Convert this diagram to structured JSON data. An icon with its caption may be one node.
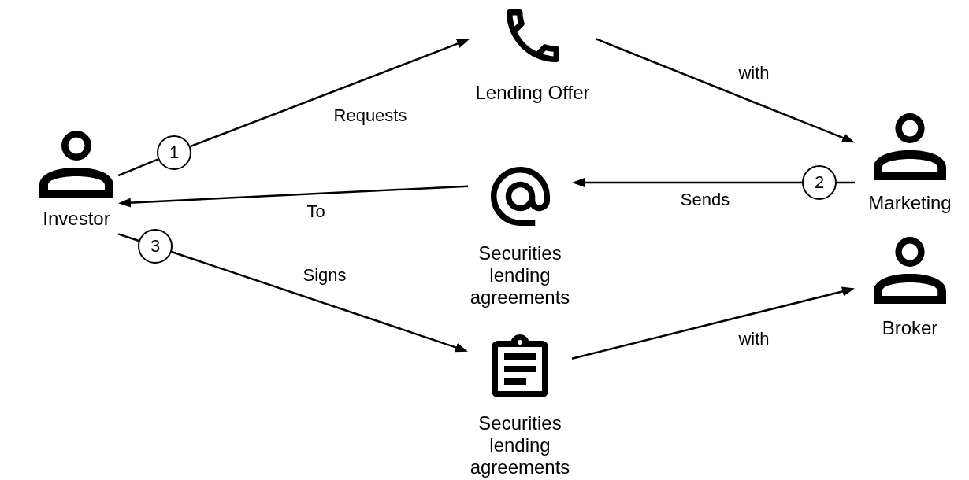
{
  "diagram": {
    "nodes": [
      {
        "text": [
          "Investor"
        ]
      },
      {
        "text": [
          "1"
        ]
      },
      {
        "text": [
          "Lending Offer"
        ]
      },
      {
        "text": [
          "Marketing"
        ]
      },
      {
        "text": [
          "2"
        ]
      },
      {
        "text": [
          "Securities lending agreements"
        ]
      },
      {
        "text": [
          "3"
        ]
      },
      {
        "text": [
          "Securities lending agreements"
        ]
      },
      {
        "text": [
          "Broker"
        ]
      }
    ],
    "edges": [
      {
        "from": 0,
        "to": 1,
        "arrow": "none"
      },
      {
        "from": 1,
        "to": 2,
        "arrow": "to",
        "label": "Requests"
      },
      {
        "from": 2,
        "to": 3,
        "arrow": "to",
        "label": "with"
      },
      {
        "from": 3,
        "to": 4,
        "arrow": "none"
      },
      {
        "from": 4,
        "to": 5,
        "arrow": "to",
        "label": "Sends"
      },
      {
        "from": 5,
        "to": 0,
        "arrow": "to",
        "label": "To"
      },
      {
        "from": 0,
        "to": 6,
        "arrow": "none"
      },
      {
        "from": 6,
        "to": 7,
        "arrow": "to",
        "label": "Signs"
      },
      {
        "from": 7,
        "to": 8,
        "arrow": "to",
        "label": "with"
      }
    ]
  }
}
